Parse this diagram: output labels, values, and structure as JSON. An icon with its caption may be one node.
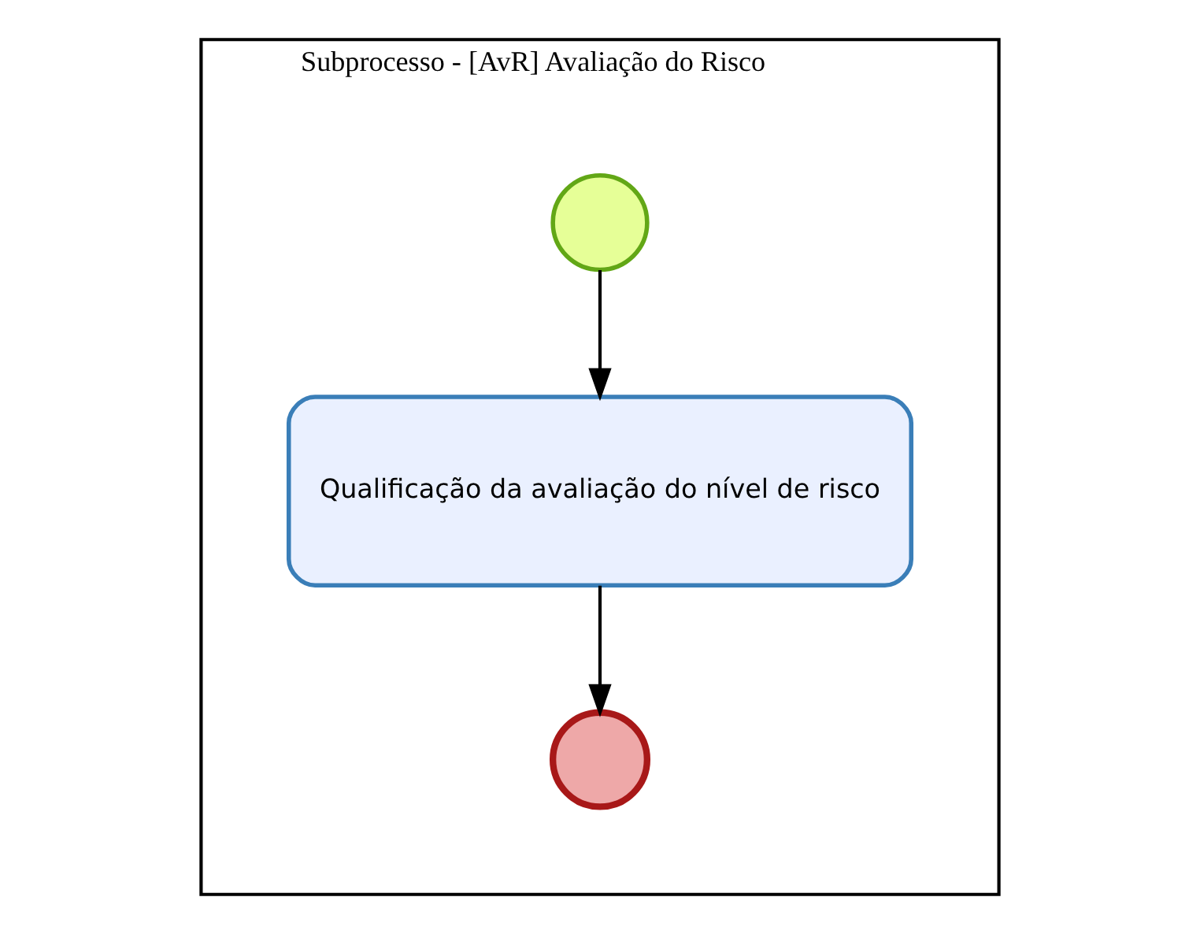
{
  "diagram": {
    "nodes": [
      {
        "text": [
          "Subprocesso - [AvR] Avaliação do Risco"
        ]
      },
      {
        "text": [],
        "shape": "circle",
        "in": 0
      },
      {
        "text": [
          "Qualificação da avaliação do nível de risco"
        ],
        "in": 0
      },
      {
        "text": [],
        "shape": "circle",
        "in": 0
      }
    ],
    "edges": [
      {
        "from": 1,
        "to": 2,
        "arrow": "to"
      },
      {
        "from": 2,
        "to": 3,
        "arrow": "to"
      }
    ]
  }
}
